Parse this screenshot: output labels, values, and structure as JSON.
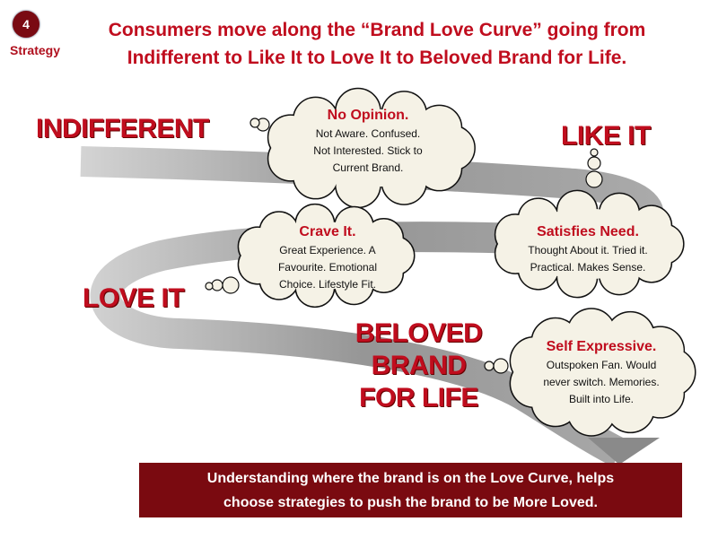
{
  "badge": {
    "number": "4",
    "label": "Strategy"
  },
  "title": {
    "line1": "Consumers move along the “Brand Love Curve” going from",
    "line2": "Indifferent to Like It to Love It to Beloved Brand for Life."
  },
  "stages": {
    "indifferent": "INDIFFERENT",
    "like_it": "LIKE IT",
    "love_it": "LOVE IT",
    "beloved": [
      "BELOVED",
      "BRAND",
      "FOR LIFE"
    ]
  },
  "clouds": [
    {
      "title": "No Opinion.",
      "lines": [
        "Not Aware. Confused.",
        "Not Interested. Stick to",
        "Current Brand."
      ]
    },
    {
      "title": "Satisfies Need.",
      "lines": [
        "Thought About it. Tried it.",
        "Practical. Makes Sense."
      ]
    },
    {
      "title": "Crave It.",
      "lines": [
        "Great Experience.  A",
        "Favourite.  Emotional",
        "Choice.  Lifestyle Fit."
      ]
    },
    {
      "title": "Self Expressive.",
      "lines": [
        "Outspoken Fan.  Would",
        "never switch.  Memories.",
        "Built into Life."
      ]
    }
  ],
  "footer": {
    "line1": "Understanding where the brand is on the Love Curve, helps",
    "line2": "choose strategies to push the brand to be More Loved."
  },
  "colors": {
    "red": "#c00d1e",
    "dark_red": "#7a0a10",
    "cloud_fill": "#f5f2e6",
    "curve": "#8f8f8f"
  }
}
